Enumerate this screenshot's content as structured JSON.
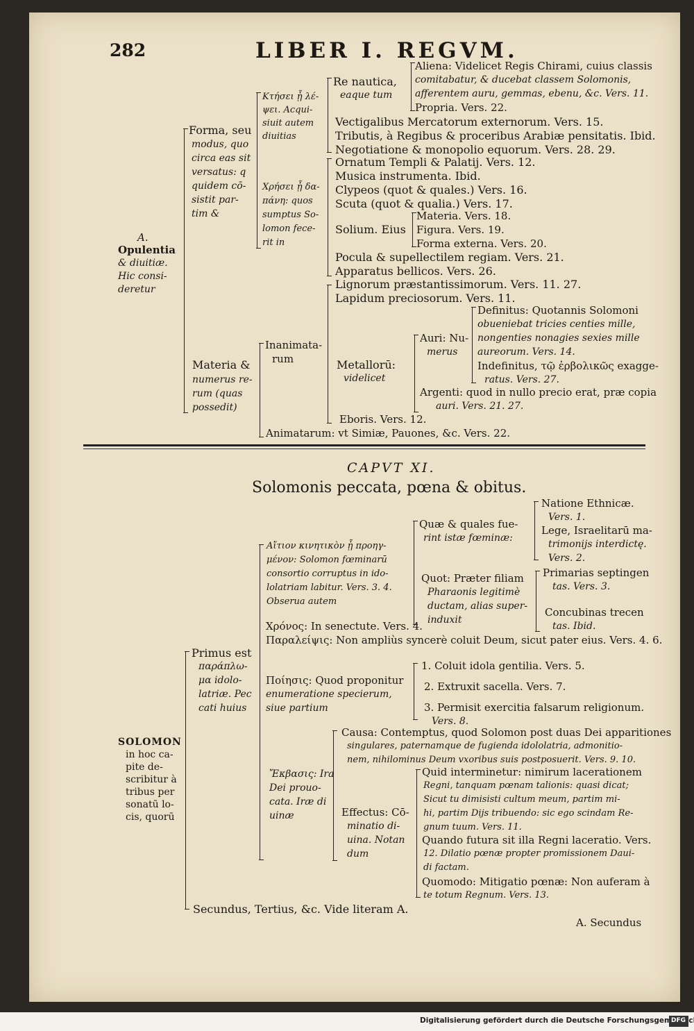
{
  "header": {
    "page_number": "282",
    "running_title": "LIBER I. REGVM."
  },
  "upper_table": {
    "root": {
      "l1": "A.",
      "l2": "Opulentia",
      "l3": "& diuitiæ.",
      "l4": "Hic consi-",
      "l5": "deretur"
    },
    "forma": {
      "l1": "Forma, seu",
      "l2": "modus, quo",
      "l3": "circa eas sit",
      "l4": "versatus: q",
      "l5": "quidem cō-",
      "l6": "sistit par-",
      "l7": "tim &"
    },
    "ktesis": {
      "l1": "Κτήσει ᾗ λέ-",
      "l2": "ψει. Acqui-",
      "l3": "siuit autem",
      "l4": "diuitias"
    },
    "chresis": {
      "l1": "Χρήσει ᾗ δα-",
      "l2": "πάνη: quos",
      "l3": "sumptus So-",
      "l4": "lomon fece-",
      "l5": "rit in"
    },
    "re_nautica": {
      "l1": "Re nautica,",
      "l2": "eaque tum"
    },
    "aliena": {
      "l1": "Aliena: Videlicet Regis Chirami, cuius classis",
      "l2": "comitabatur, & ducebat classem Solomonis,",
      "l3": "afferentem auru, gemmas, ebenu, &c. Vers. 11."
    },
    "propria": "Propria. Vers. 22.",
    "vectigalibus": "Vectigalibus Mercatorum externorum. Vers. 15.",
    "tributis": "Tributis, à Regibus & proceribus Arabiæ pensitatis. Ibid.",
    "negotiatione": "Negotiatione & monopolio equorum. Vers. 28. 29.",
    "ornatum": "Ornatum Templi & Palatij. Vers. 12.",
    "musica": "Musica instrumenta. Ibid.",
    "clypeos": "Clypeos (quot & quales.) Vers. 16.",
    "scuta": "Scuta (quot & qualia.) Vers. 17.",
    "solium": "Solium. Eius",
    "solium_materia": "Materia. Vers. 18.",
    "solium_figura": "Figura. Vers. 19.",
    "solium_forma": "Forma externa. Vers. 20.",
    "pocula": "Pocula & supellectilem regiam. Vers. 21.",
    "apparatus": "Apparatus bellicos. Vers. 26.",
    "materia": {
      "l1": "Materia &",
      "l2": "numerus re-",
      "l3": "rum (quas",
      "l4": "possedit)"
    },
    "inanimatarum": {
      "l1": "Inanimata-",
      "l2": "rum"
    },
    "lignorum": "Lignorum præstantissimorum. Vers. 11. 27.",
    "lapidum": "Lapidum preciosorum. Vers. 11.",
    "metallorum": {
      "l1": "Metallorū:",
      "l2": "videlicet"
    },
    "auri": {
      "l1": "Auri: Nu-",
      "l2": "merus"
    },
    "definitus": {
      "l1": "Definitus: Quotannis Solomoni",
      "l2": "obueniebat tricies centies mille,",
      "l3": "nongenties nonagies sexies mille",
      "l4": "aureorum. Vers. 14."
    },
    "indefinitus": {
      "l1": "Indefinitus, τῷ ἐρβολικῶς exagge-",
      "l2": "ratus. Vers. 27."
    },
    "argenti": {
      "l1": "Argenti: quod in nullo precio erat, præ copia",
      "l2": "auri. Vers. 21. 27."
    },
    "eboris": "Eboris. Vers. 12.",
    "animatarum": "Animatarum: vt Simiæ, Pauones, &c. Vers. 22."
  },
  "chapter": {
    "caput": "CAPVT XI.",
    "title": "Solomonis peccata, pœna & obitus."
  },
  "lower_table": {
    "root": {
      "l1": "SOLOMON",
      "l2": "in hoc ca-",
      "l3": "pite de-",
      "l4": "scribitur à",
      "l5": "tribus per",
      "l6": "sonatū lo-",
      "l7": "cis, quorū"
    },
    "primus": {
      "l1": "Primus est",
      "l2": "παράπλω-",
      "l3": "μα idolo-",
      "l4": "latriæ. Pec",
      "l5": "cati huius"
    },
    "aition": {
      "l1": "Αἴτιον κινητικὸν ᾗ προηγ-",
      "l2": "μένον: Solomon fœminarū",
      "l3": "consortio corruptus in ido-",
      "l4": "lolatriam labitur. Vers. 3. 4.",
      "l5": "Obserua autem"
    },
    "quae": {
      "l1": "Quæ & quales fue-",
      "l2": "rint istæ fœminæ:"
    },
    "natione": {
      "l1": "Natione Ethnicæ.",
      "l2": "Vers. 1."
    },
    "lege": {
      "l1": "Lege, Israelitarū ma-",
      "l2": "trimonijs interdictę.",
      "l3": "Vers. 2."
    },
    "quot": {
      "l1": "Quot: Præter filiam",
      "l2": "Pharaonis legitimè",
      "l3": "ductam, alias super-",
      "l4": "induxit"
    },
    "primarias": {
      "l1": "Primarias septingen",
      "l2": "tas. Vers. 3."
    },
    "concubinas": {
      "l1": "Concubinas trecen",
      "l2": "tas. Ibid."
    },
    "chronos": "Χρόνος: In senectute. Vers. 4.",
    "paralepsis": "Παραλείψις: Non ampliùs syncerè coluit Deum, sicut pater eius. Vers. 4. 6.",
    "poiesis": {
      "l1": "Ποίησις: Quod proponitur",
      "l2": "enumeratione specierum,",
      "l3": "siue partium"
    },
    "coluit": "1. Coluit idola gentilia. Vers. 5.",
    "extruxit": "2. Extruxit sacella. Vers. 7.",
    "permisit": {
      "l1": "3. Permisit exercitia falsarum religionum.",
      "l2": "Vers. 8."
    },
    "ekbasis": {
      "l1": "Ἔκβασις: Ira",
      "l2": "Dei prouo-",
      "l3": "cata. Iræ di",
      "l4": "uinæ"
    },
    "causa": {
      "l1": "Causa: Contemptus, quod Solomon post duas Dei apparitiones",
      "l2": "singulares, paternamque de fugienda idololatria, admonitio-",
      "l3": "nem, nihilominus Deum vxoribus suis postposuerit. Vers. 9. 10."
    },
    "effectus": {
      "l1": "Effectus: Cō-",
      "l2": "minatio di-",
      "l3": "uina. Notan",
      "l4": "dum"
    },
    "quid": {
      "l1": "Quid interminetur: nimirum lacerationem",
      "l2": "Regni, tanquam pœnam talionis: quasi dicat;",
      "l3": "Sicut tu dimisisti cultum meum, partim mi-",
      "l4": "hi, partim Dijs tribuendo: sic ego scindam Re-",
      "l5": "gnum tuum. Vers. 11."
    },
    "quando": {
      "l1": "Quando futura sit illa Regni laceratio. Vers.",
      "l2": "12. Dilatio pœnæ propter promissionem Daui-",
      "l3": "di factam."
    },
    "quomodo": {
      "l1": "Quomodo: Mitigatio pœnæ: Non auferam à",
      "l2": "te totum Regnum. Vers. 13."
    },
    "secundus": "Secundus, Tertius, &c. Vide literam A."
  },
  "catchword": "A. Secundus",
  "footer": {
    "text": "Digitalisierung gefördert durch die Deutsche Forschungsgemeinschaft ·",
    "logo_text": "DFG"
  }
}
